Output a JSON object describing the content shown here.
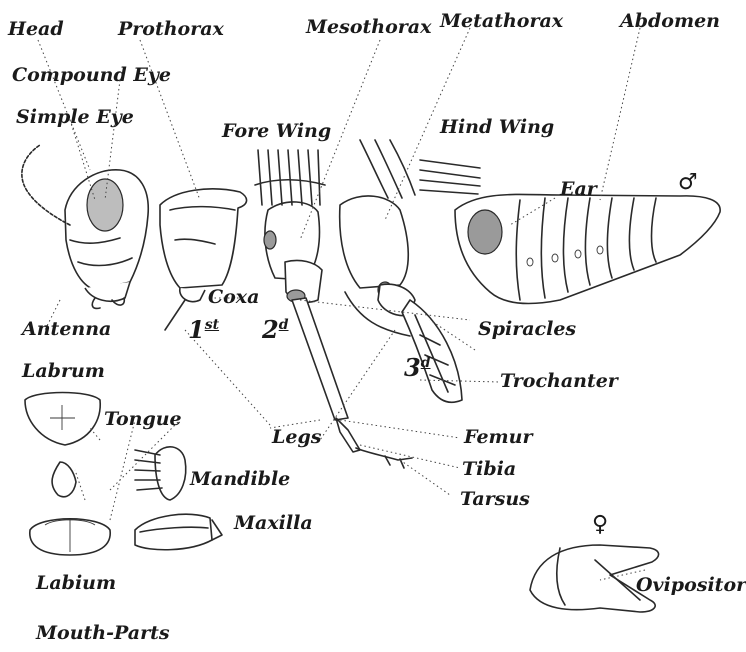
{
  "labels": {
    "head": "Head",
    "prothorax": "Prothorax",
    "mesothorax": "Mesothorax",
    "metathorax": "Metathorax",
    "abdomen": "Abdomen",
    "compound_eye": "Compound Eye",
    "simple_eye": "Simple Eye",
    "fore_wing": "Fore Wing",
    "hind_wing": "Hind Wing",
    "ear": "Ear",
    "coxa": "Coxa",
    "antenna": "Antenna",
    "labrum": "Labrum",
    "spiracles": "Spiracles",
    "trochanter": "Trochanter",
    "tongue": "Tongue",
    "legs": "Legs",
    "femur": "Femur",
    "mandible": "Mandible",
    "tibia": "Tibia",
    "tarsus": "Tarsus",
    "maxilla": "Maxilla",
    "labium": "Labium",
    "mouth_parts": "Mouth-Parts",
    "ovipositor": "Ovipositor"
  },
  "leg_numbers": {
    "first": {
      "n": "1",
      "suffix": "st"
    },
    "second": {
      "n": "2",
      "suffix": "d"
    },
    "third": {
      "n": "3",
      "suffix": "d"
    }
  },
  "symbols": {
    "male": "♂",
    "female": "♀"
  }
}
